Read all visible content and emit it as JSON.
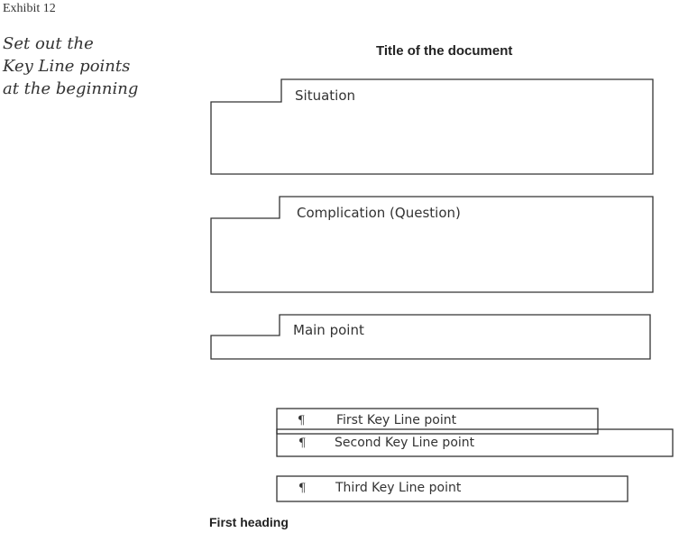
{
  "exhibit_label": "Exhibit 12",
  "caption": {
    "line1": "Set out the",
    "line2": "Key Line points",
    "line3": "at the beginning"
  },
  "document": {
    "title": "Title of the document",
    "sections": [
      {
        "label": "Situation"
      },
      {
        "label": "Complication (Question)"
      },
      {
        "label": "Main point"
      }
    ],
    "key_line_points": [
      {
        "mark": "¶",
        "label": "First Key Line point"
      },
      {
        "mark": "¶",
        "label": "Second Key Line point"
      },
      {
        "mark": "¶",
        "label": "Third Key Line point"
      }
    ],
    "first_heading": "First heading"
  }
}
